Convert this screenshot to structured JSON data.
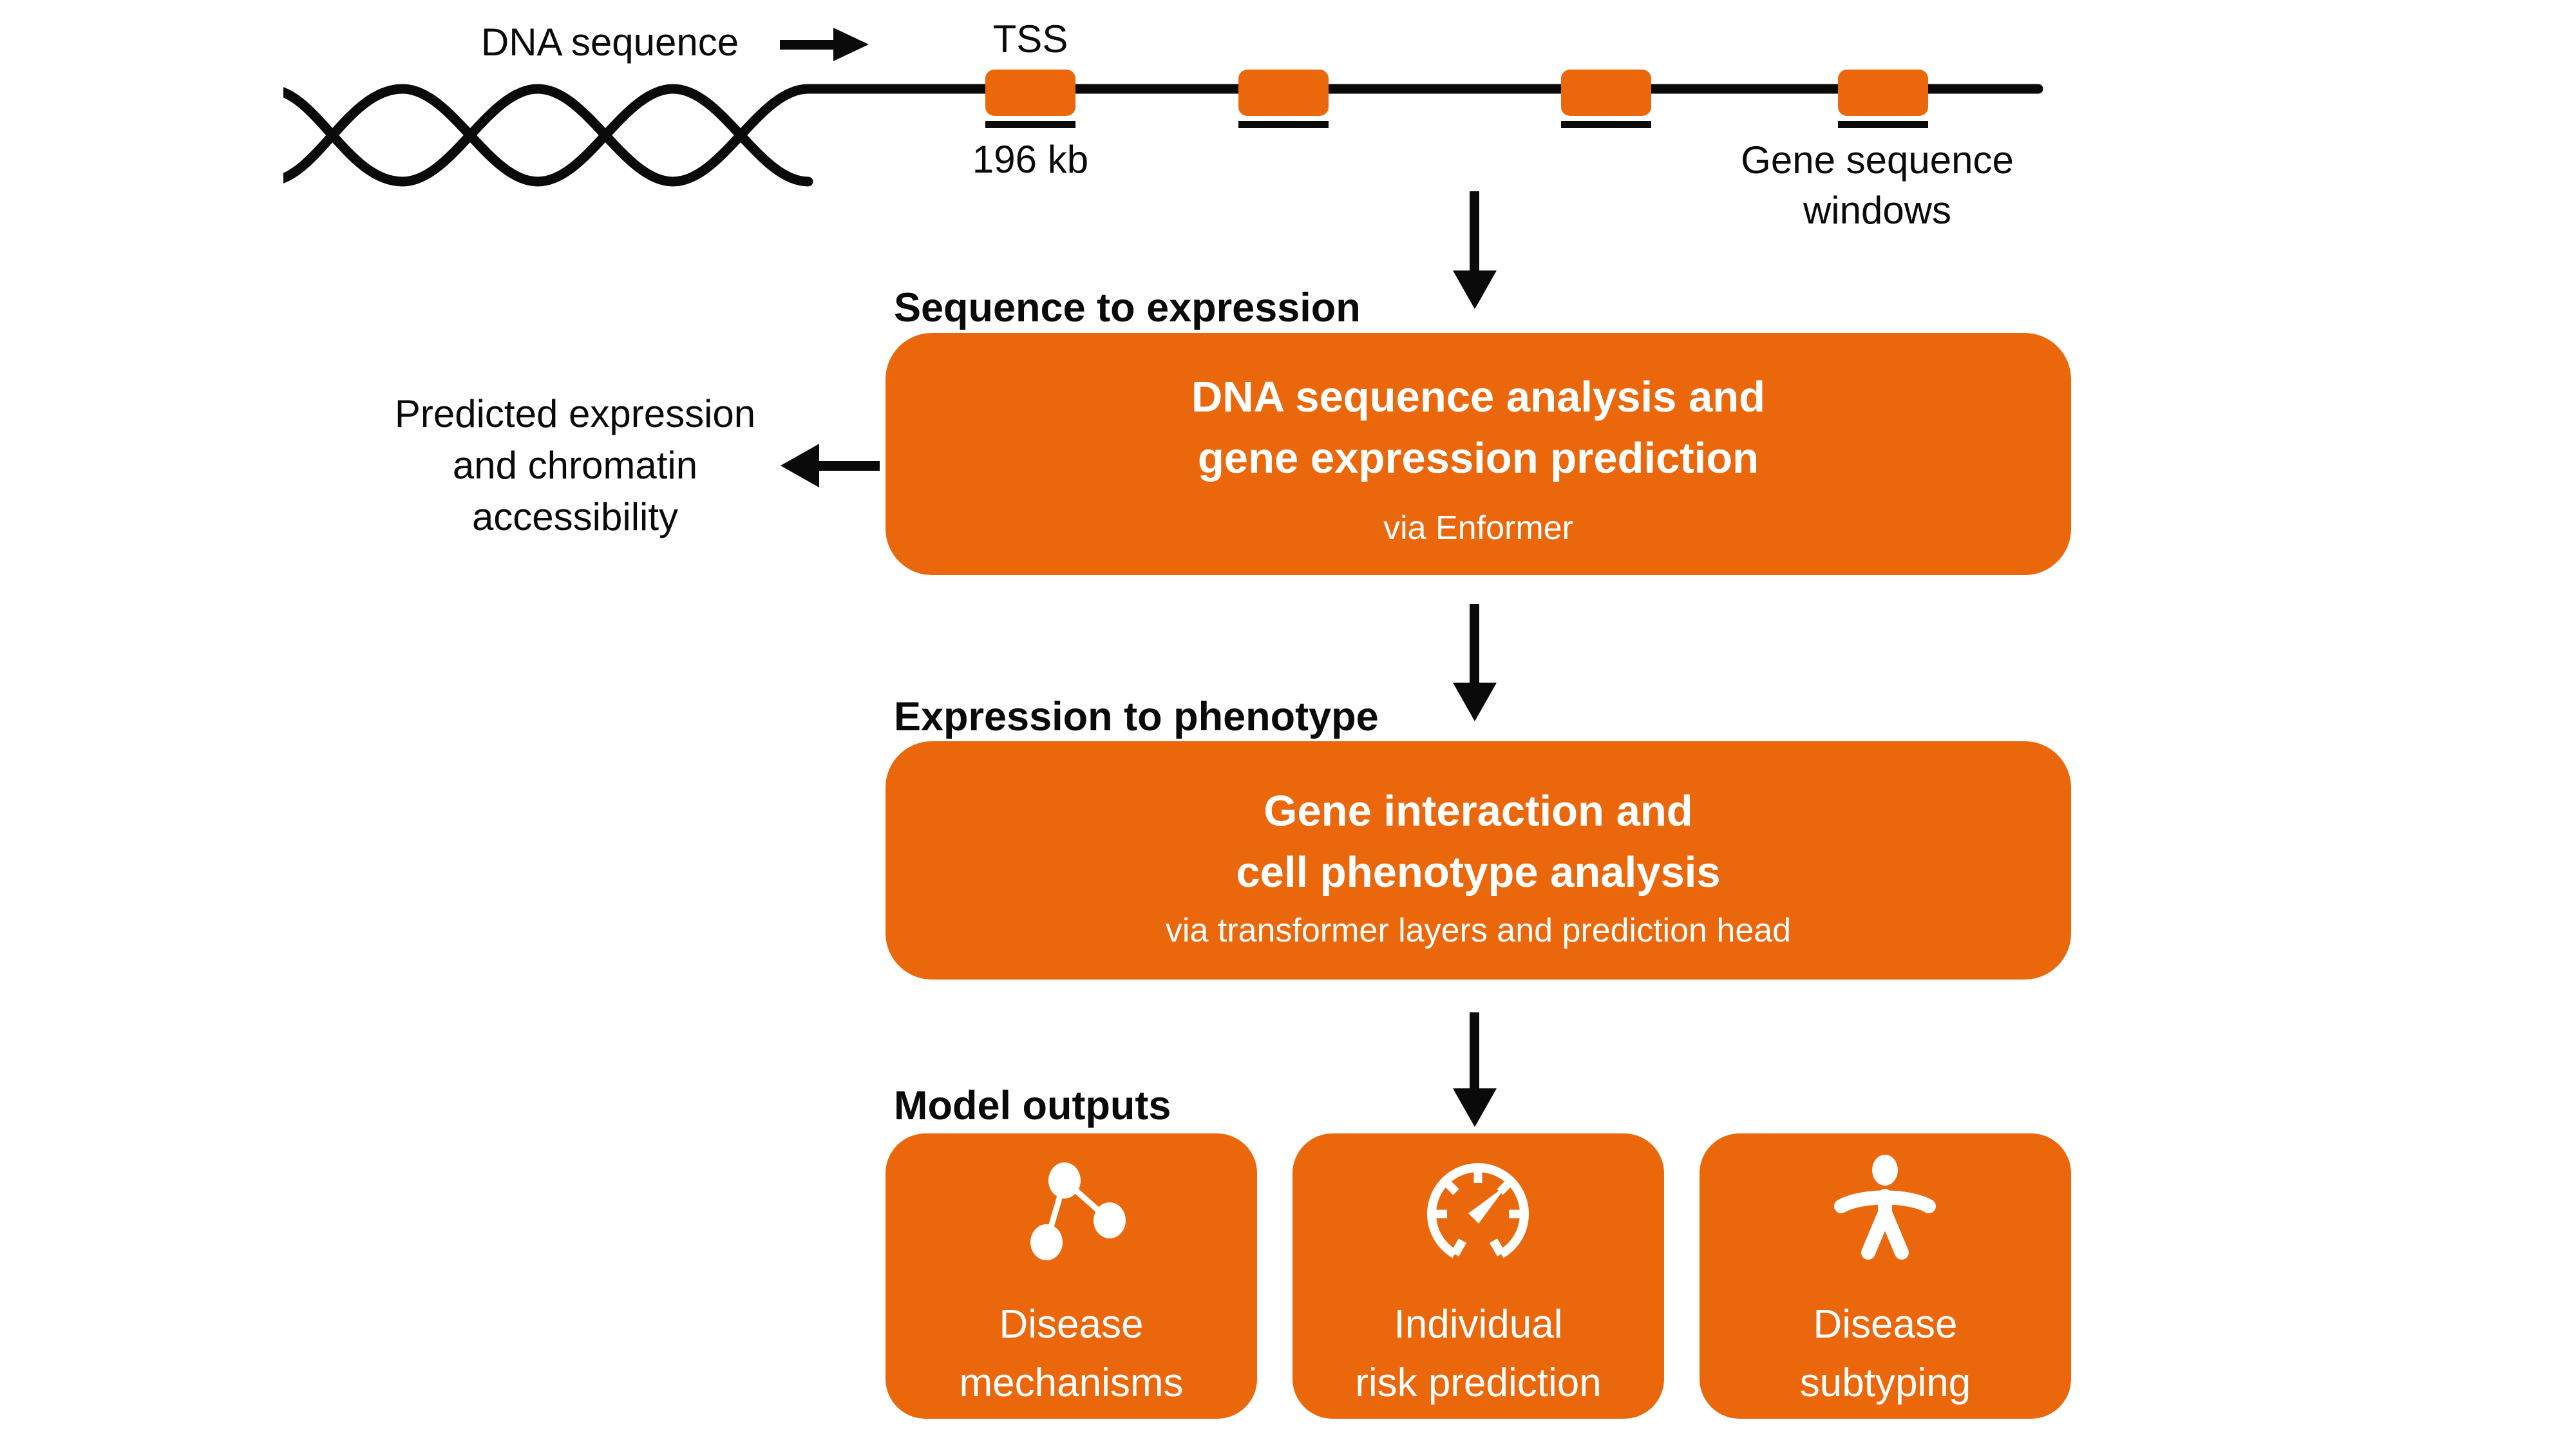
{
  "colors": {
    "accent": "#EA670C",
    "ink": "#0a0a0a",
    "card_text": "#ffffff"
  },
  "top": {
    "dna_label": "DNA sequence",
    "tss_label": "TSS",
    "scale_label": "196 kb",
    "windows_label_line1": "Gene sequence",
    "windows_label_line2": "windows"
  },
  "side_output": {
    "line1": "Predicted expression",
    "line2": "and chromatin",
    "line3": "accessibility"
  },
  "stage1": {
    "header": "Sequence to expression",
    "title_line1": "DNA sequence analysis and",
    "title_line2": "gene expression prediction",
    "subtitle": "via Enformer"
  },
  "stage2": {
    "header": "Expression to phenotype",
    "title_line1": "Gene interaction and",
    "title_line2": "cell phenotype analysis",
    "subtitle": "via transformer layers and prediction head"
  },
  "outputs": {
    "header": "Model outputs",
    "cards": [
      {
        "icon": "network-icon",
        "line1": "Disease",
        "line2": "mechanisms"
      },
      {
        "icon": "gauge-icon",
        "line1": "Individual",
        "line2": "risk prediction"
      },
      {
        "icon": "person-icon",
        "line1": "Disease",
        "line2": "subtyping"
      }
    ]
  }
}
